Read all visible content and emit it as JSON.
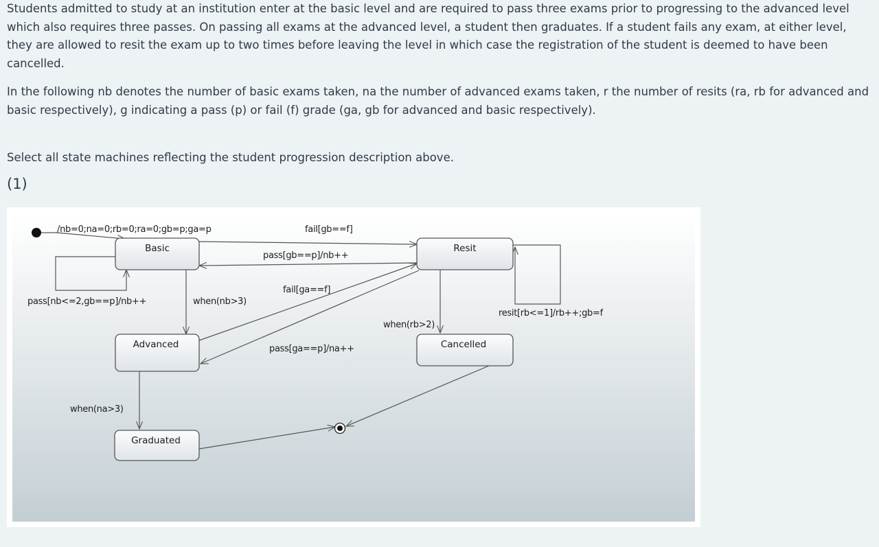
{
  "question": {
    "paragraph1": "Students admitted to study at an institution enter at the basic level and are required to pass three exams prior to progressing to the advanced level which also requires three passes.  On passing all exams at the advanced level, a student then graduates.  If a student fails any exam, at either level, they are allowed to resit the exam up to two times before leaving the level in which case the registration of the student is deemed to have been cancelled.",
    "paragraph2": "In the following nb denotes the number of basic exams taken, na the number of advanced exams taken, r the number of resits (ra, rb for advanced and basic respectively), g indicating a pass (p) or fail (f) grade (ga, gb for advanced and basic respectively).",
    "paragraph3": "Select all state machines reflecting the student progression description above.",
    "option_number": "(1)"
  },
  "diagram": {
    "states": {
      "basic": "Basic",
      "resit": "Resit",
      "advanced": "Advanced",
      "cancelled": "Cancelled",
      "graduated": "Graduated"
    },
    "transitions": {
      "initial": "/nb=0;na=0;rb=0;ra=0;gb=p;ga=p",
      "basic_to_resit": "fail[gb==f]",
      "resit_to_basic": "pass[gb==p]/nb++",
      "basic_self": "pass[nb<=2,gb==p]/nb++",
      "basic_to_advanced": "when(nb>3)",
      "advanced_to_resit": "fail[ga==f]",
      "resit_to_advanced": "pass[ga==p]/na++",
      "resit_to_cancelled": "when(rb>2)",
      "resit_self": "resit[rb<=1]/rb++;gb=f",
      "advanced_to_graduated": "when(na>3)"
    },
    "colors": {
      "state_fill_top": "#fbfcfd",
      "state_fill_bottom": "#dfe4e8",
      "background_top": "#ffffff",
      "background_bottom": "#c3ced4",
      "line": "#555555"
    }
  }
}
